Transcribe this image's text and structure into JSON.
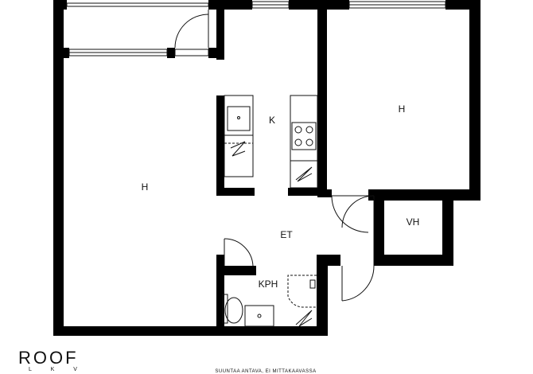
{
  "rooms": {
    "living_room": "H",
    "bedroom": "H",
    "kitchen": "K",
    "entrance": "ET",
    "walk_in_closet": "VH",
    "bathroom": "KPH"
  },
  "logo": {
    "name": "ROOF",
    "sub": "L K V"
  },
  "footnote": "SUUNTAA ANTAVA, EI MITTAKAAVASSA"
}
